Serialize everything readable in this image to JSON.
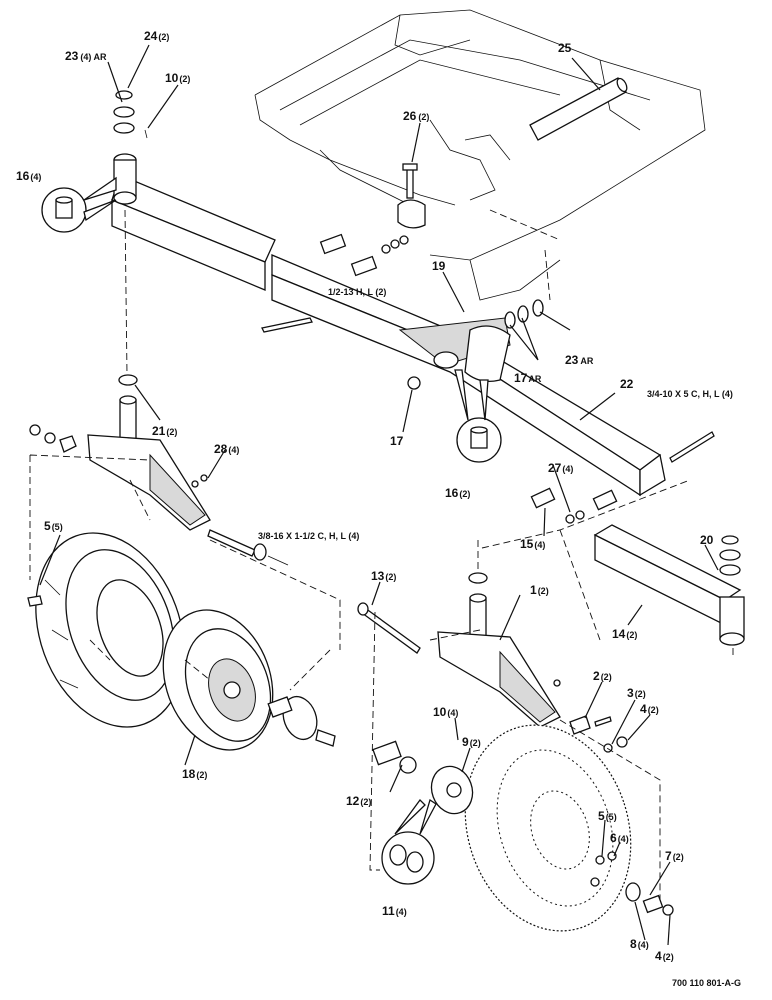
{
  "callouts": [
    {
      "id": "c1",
      "num": "1",
      "qty": "(2)"
    },
    {
      "id": "c2",
      "num": "2",
      "qty": "(2)"
    },
    {
      "id": "c3",
      "num": "3",
      "qty": "(2)"
    },
    {
      "id": "c4a",
      "num": "4",
      "qty": "(2)"
    },
    {
      "id": "c4b",
      "num": "4",
      "qty": "(2)"
    },
    {
      "id": "c5a",
      "num": "5",
      "qty": "(5)"
    },
    {
      "id": "c5b",
      "num": "5",
      "qty": "(5)"
    },
    {
      "id": "c6",
      "num": "6",
      "qty": "(4)"
    },
    {
      "id": "c7",
      "num": "7",
      "qty": "(2)"
    },
    {
      "id": "c8",
      "num": "8",
      "qty": "(4)"
    },
    {
      "id": "c9",
      "num": "9",
      "qty": "(2)"
    },
    {
      "id": "c10a",
      "num": "10",
      "qty": "(2)"
    },
    {
      "id": "c10b",
      "num": "10",
      "qty": "(4)"
    },
    {
      "id": "c11",
      "num": "11",
      "qty": "(4)"
    },
    {
      "id": "c12",
      "num": "12",
      "qty": "(2)"
    },
    {
      "id": "c13",
      "num": "13",
      "qty": "(2)"
    },
    {
      "id": "c14",
      "num": "14",
      "qty": "(2)"
    },
    {
      "id": "c15",
      "num": "15",
      "qty": "(4)"
    },
    {
      "id": "c16a",
      "num": "16",
      "qty": "(4)"
    },
    {
      "id": "c16b",
      "num": "16",
      "qty": "(2)"
    },
    {
      "id": "c17a",
      "num": "17",
      "qty": ""
    },
    {
      "id": "c17b",
      "num": "17",
      "qty": "AR"
    },
    {
      "id": "c18",
      "num": "18",
      "qty": "(2)"
    },
    {
      "id": "c19",
      "num": "19",
      "qty": ""
    },
    {
      "id": "c20",
      "num": "20",
      "qty": ""
    },
    {
      "id": "c21",
      "num": "21",
      "qty": "(2)"
    },
    {
      "id": "c22",
      "num": "22",
      "qty": ""
    },
    {
      "id": "c23a",
      "num": "23",
      "qty": "(4) AR"
    },
    {
      "id": "c23b",
      "num": "23",
      "qty": "AR"
    },
    {
      "id": "c24",
      "num": "24",
      "qty": "(2)"
    },
    {
      "id": "c25",
      "num": "25",
      "qty": ""
    },
    {
      "id": "c26",
      "num": "26",
      "qty": "(2)"
    },
    {
      "id": "c27",
      "num": "27",
      "qty": "(4)"
    },
    {
      "id": "c28",
      "num": "28",
      "qty": "(4)"
    }
  ],
  "hardware_specs": {
    "bolt_half": "1/2-13 H, L (2)",
    "bolt_three_quarter": "3/4-10 X 5 C, H, L (4)",
    "bolt_three_eighths": "3/8-16 X 1-1/2 C, H, L (4)"
  },
  "figure_ref": "700 110 801-A-G"
}
